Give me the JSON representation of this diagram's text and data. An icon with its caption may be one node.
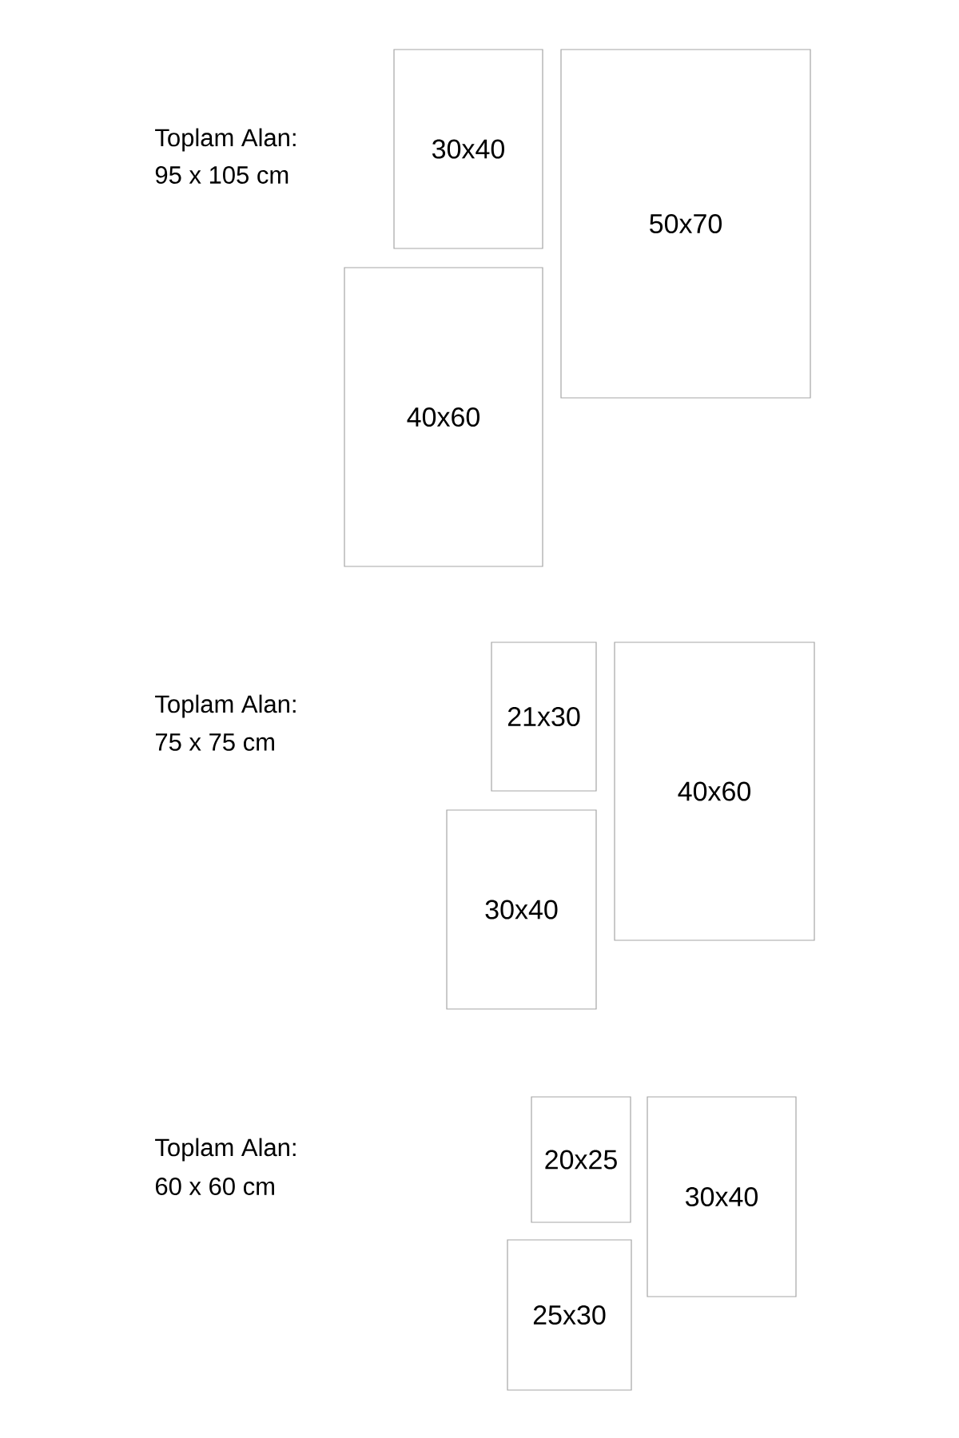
{
  "diagram": {
    "nodes": [
      {
        "text": [
          "30x40"
        ]
      },
      {
        "text": [
          "50x70"
        ]
      },
      {
        "text": [
          "40x60"
        ]
      },
      {
        "text": [
          "21x30"
        ]
      },
      {
        "text": [
          "40x60"
        ]
      },
      {
        "text": [
          "30x40"
        ]
      },
      {
        "text": [
          "20x25"
        ]
      },
      {
        "text": [
          "30x40"
        ]
      },
      {
        "text": [
          "25x30"
        ]
      }
    ],
    "edges": [],
    "labels": [
      "Toplam Alan:",
      "95 x 105 cm",
      "Toplam Alan:",
      "75 x 75 cm",
      "Toplam Alan:",
      "60 x 60 cm"
    ]
  }
}
